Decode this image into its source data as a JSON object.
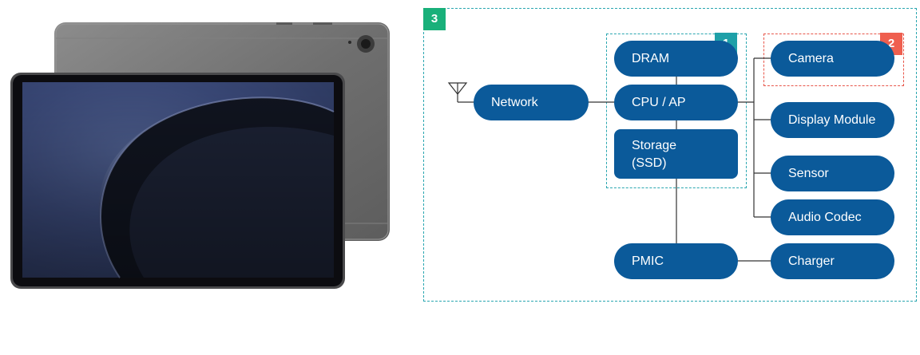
{
  "diagram": {
    "badges": {
      "overall": "3",
      "compute": "1",
      "camera": "2"
    },
    "nodes": {
      "network": "Network",
      "dram": "DRAM",
      "cpu": "CPU / AP",
      "storage": "Storage\n(SSD)",
      "pmic": "PMIC",
      "camera": "Camera",
      "display": "Display Module",
      "sensor": "Sensor",
      "audio": "Audio Codec",
      "charger": "Charger"
    }
  },
  "colors": {
    "node_fill": "#0b5a9a",
    "frame_teal": "#2aa6b0",
    "frame_red": "#e8564a",
    "badge_green": "#19b07a",
    "badge_teal": "#1ea0a8",
    "badge_red": "#ef5f4f"
  }
}
